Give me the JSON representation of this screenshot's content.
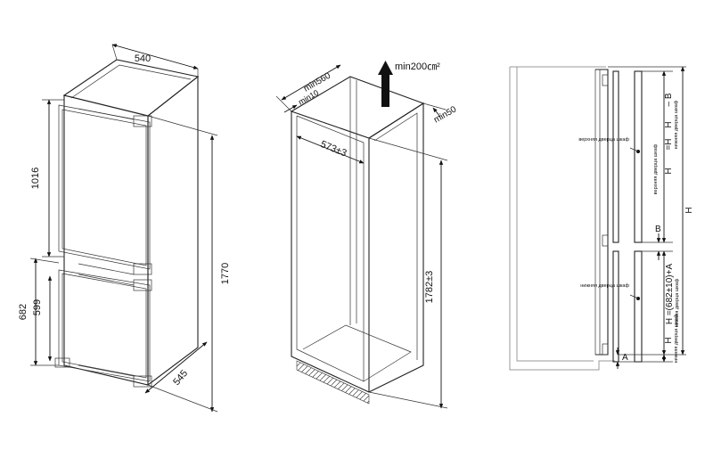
{
  "fridge": {
    "width": "540",
    "depth": "545",
    "height": "1770",
    "upper_door": "1016",
    "lower_door_682": "682",
    "lower_door_599": "599"
  },
  "niche": {
    "min560": "min560",
    "min10": "min10",
    "min50": "min50",
    "vent": "min200㎝²",
    "width": "573±3",
    "height": "1782±3"
  },
  "side": {
    "upper_door_label": "верхняя дверца шкаф",
    "lower_door_label": "нижняя дверца шкаф",
    "formula_top": "H",
    "formula_top_eq": "=H",
    "formula_top_h": "H",
    "formula_top_b": "– B",
    "formula_top_sub": "нижняя дверца шкаф",
    "formula_top_sub2": "верхняя дверца шкаф",
    "b_label": "B",
    "formula_mid": "H   =(682±10)+A",
    "formula_mid_sub": "нижняя дверца шкаф",
    "formula_bot_h": "H",
    "formula_bot_sub": "нижняя дверца шкаф",
    "a_label": "A",
    "h_label": "H"
  }
}
